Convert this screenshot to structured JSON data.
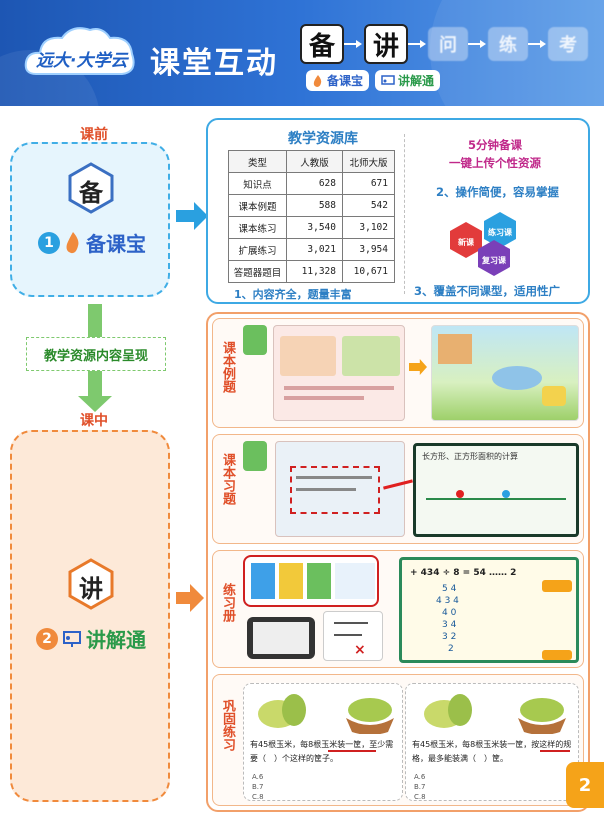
{
  "header": {
    "logo": "远大·大学云",
    "title": "课堂互动",
    "steps": [
      "备",
      "讲",
      "问",
      "练",
      "考"
    ],
    "brand_prepare": "备课宝",
    "brand_lecture": "讲解通"
  },
  "phases": {
    "before": "课前",
    "during": "课中",
    "content_note": "教学资源内容呈现"
  },
  "stage_before": {
    "char": "备",
    "number": "1",
    "brand": "备课宝"
  },
  "stage_during": {
    "char": "讲",
    "number": "2",
    "brand": "讲解通"
  },
  "resource": {
    "title": "教学资源库",
    "columns": [
      "类型",
      "人教版",
      "北师大版"
    ],
    "rows": [
      [
        "知识点",
        "628",
        "671"
      ],
      [
        "课本例题",
        "588",
        "542"
      ],
      [
        "课本练习",
        "3,540",
        "3,102"
      ],
      [
        "扩展练习",
        "3,021",
        "3,954"
      ],
      [
        "答题器题目",
        "11,328",
        "10,671"
      ]
    ],
    "caption": "1、内容齐全，题量丰富",
    "feature_1a": "5分钟备课",
    "feature_1b": "一键上传个性资源",
    "feature_2": "2、操作简便，容易掌握",
    "feature_3": "3、覆盖不同课型，适用性广",
    "hex_new": "新课",
    "hex_practice": "练习课",
    "hex_review": "复习课"
  },
  "cards": {
    "example": "课本例题",
    "textbook_ex": "课本习题",
    "workbook": "练习册",
    "consolidate": "巩固练习"
  },
  "screen": {
    "formula": "+ 434 ÷ 8 = 54 …… 2",
    "question": "长方形、正方形面积的计算",
    "rows": [
      "5 4",
      "4 3 4",
      "4 0",
      "3 4",
      "3 2",
      "2"
    ]
  },
  "quiz": {
    "left_text": "有45根玉米，每8根玉米装一筐，至少需要（　）个这样的筐子。",
    "right_text": "有45根玉米，每8根玉米装一筐，按这样的规格，最多能装满（　）筐。",
    "options": [
      "A.6",
      "B.7",
      "C.8"
    ]
  },
  "page_number": "2",
  "colors": {
    "brand_blue": "#1d56b3",
    "accent_orange": "#f08a3c",
    "accent_green": "#7ec96e",
    "panel_blue": "#3ea9e4"
  }
}
